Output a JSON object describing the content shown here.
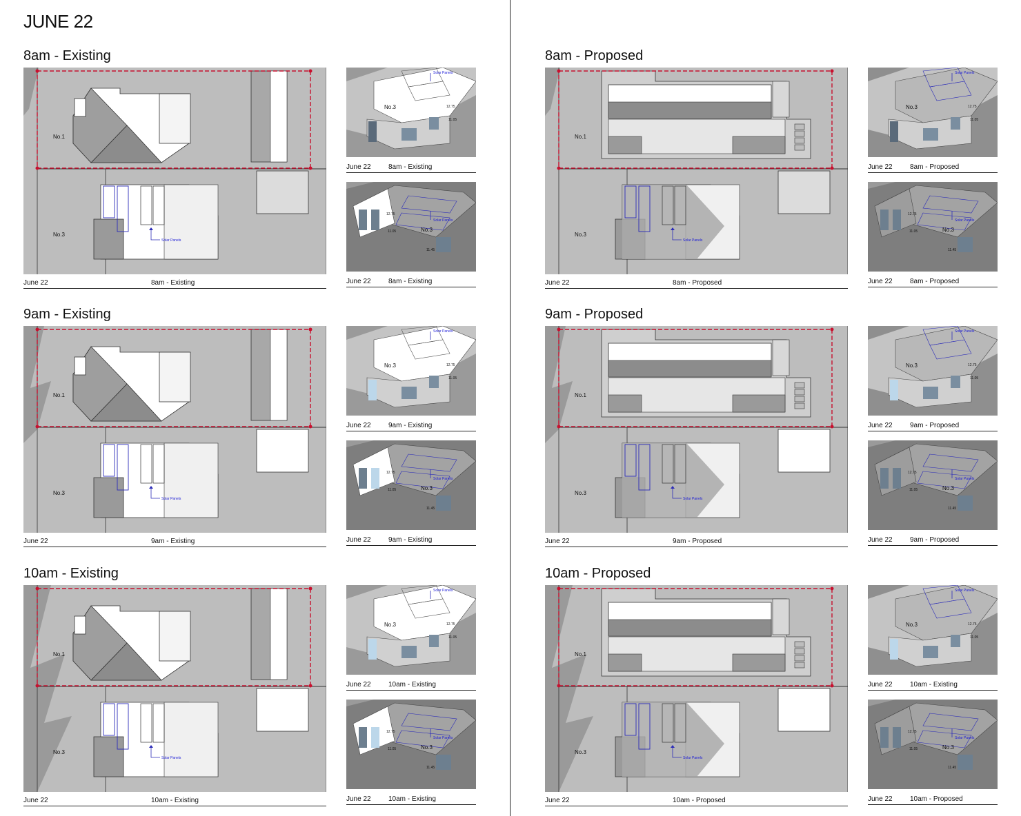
{
  "page_title": "JUNE 22",
  "labels": {
    "no1": "No.1",
    "no3": "No.3",
    "solar": "Solar Panels",
    "dim_a": "12.75",
    "dim_b": "11.05",
    "dim_c": "11.45"
  },
  "colors": {
    "boundary": "#c8102e",
    "ground": "#bdbdbd",
    "shadow": "#a6a6a6",
    "roof_light": "#ffffff",
    "roof_dark": "#8c8c8c",
    "panel_outline": "#2b2bb8"
  },
  "sections": [
    {
      "id": "8am-existing",
      "heading": "8am - Existing",
      "date": "June 22",
      "caption": "8am - Existing",
      "proposed": false,
      "shade": 0
    },
    {
      "id": "8am-proposed",
      "heading": "8am - Proposed",
      "date": "June 22",
      "caption": "8am - Proposed",
      "proposed": true,
      "shade": 0
    },
    {
      "id": "9am-existing",
      "heading": "9am - Existing",
      "date": "June 22",
      "caption": "9am - Existing",
      "proposed": false,
      "shade": 1
    },
    {
      "id": "9am-proposed",
      "heading": "9am - Proposed",
      "date": "June 22",
      "caption": "9am - Proposed",
      "proposed": true,
      "shade": 1
    },
    {
      "id": "10am-existing",
      "heading": "10am - Existing",
      "date": "June 22",
      "caption": "10am - Existing",
      "proposed": false,
      "shade": 2
    },
    {
      "id": "10am-proposed",
      "heading": "10am - Proposed",
      "date": "June 22",
      "caption": "10am - Proposed",
      "proposed": true,
      "shade": 2
    }
  ],
  "view_captions": {
    "8am-existing": [
      "8am - Existing",
      "8am - Existing"
    ],
    "8am-proposed": [
      "8am - Proposed",
      "8am - Proposed"
    ],
    "9am-existing": [
      "9am - Existing",
      "9am - Existing"
    ],
    "9am-proposed": [
      "9am - Proposed",
      "9am - Proposed"
    ],
    "10am-existing": [
      "10am - Existing",
      "10am - Existing"
    ],
    "10am-proposed": [
      "10am - Existing",
      "10am - Proposed"
    ]
  }
}
